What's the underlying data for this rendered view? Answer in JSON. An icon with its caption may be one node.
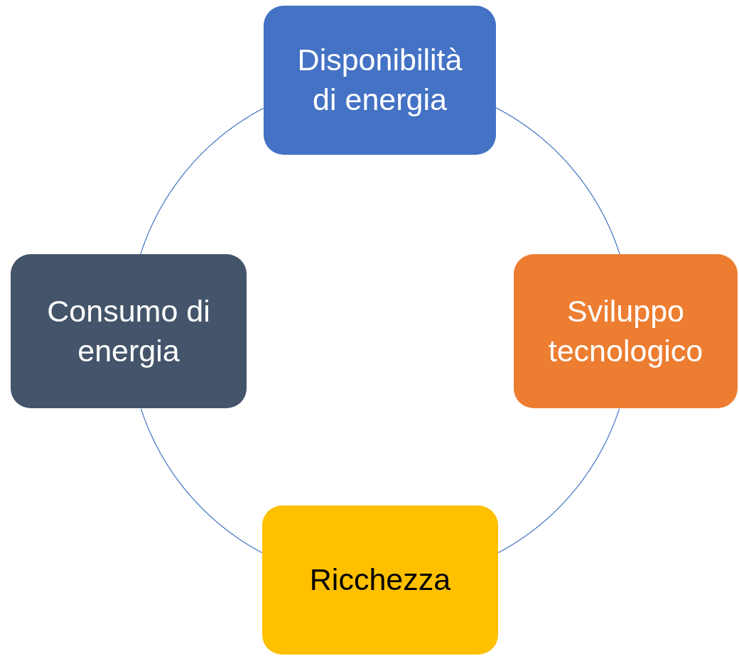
{
  "diagram": {
    "nodes": [
      {
        "text": [
          "Disponibilità di energia"
        ]
      },
      {
        "text": [
          "Sviluppo tecnologico"
        ]
      },
      {
        "text": [
          "Ricchezza"
        ]
      },
      {
        "text": [
          "Consumo di energia"
        ]
      }
    ],
    "edges": [
      {
        "from": 0,
        "to": 1,
        "arrow": "none"
      },
      {
        "from": 1,
        "to": 2,
        "arrow": "none"
      },
      {
        "from": 2,
        "to": 3,
        "arrow": "none"
      },
      {
        "from": 3,
        "to": 0,
        "arrow": "none"
      }
    ]
  }
}
